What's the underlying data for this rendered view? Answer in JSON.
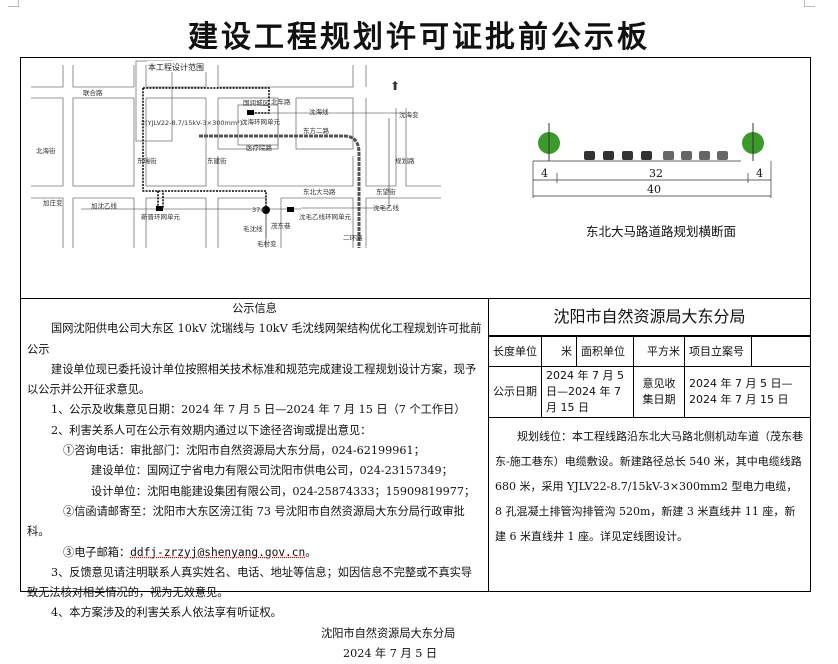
{
  "title": "建设工程规划许可证批前公示板",
  "map": {
    "labels": {
      "scope": "本工程设计范围",
      "lianhe_road": "联合路",
      "cable_spec": "2(YJLV22-8.7/15kV-3×300mm²)",
      "district": "国润城区",
      "ring_unit_shenhai": "沈海环网单元",
      "shenhai_line": "沈海线",
      "shenhai_sub": "沈海变",
      "dongfang_road": "东方二路",
      "hospital_road": "医疗院路",
      "beihai_st": "北海街",
      "dongrui_st": "东瑞街",
      "dongjian_st": "东建街",
      "side_road": "北车路",
      "planned_road": "规划路",
      "dongbei_road": "东北大马路",
      "dongwang_st": "东望街",
      "jiazhuang_sub": "加庄变",
      "jiashen_line": "加沈乙线",
      "ring_unit_xinjin": "新晋环网单元",
      "well": "37#",
      "maoshen_line": "毛沈线",
      "maocun_sub": "毛村变",
      "maodong_lane": "茂东巷",
      "ring_unit_shenmao": "沈毛乙线环网单元",
      "shenmao_line": "沈毛乙线",
      "second_ring": "二环路"
    },
    "section": {
      "widths": [
        "4",
        "32",
        "4"
      ],
      "total": "40",
      "caption": "东北大马路道路规划横断面"
    }
  },
  "notice": {
    "heading": "公示信息",
    "project": "国网沈阳供电公司大东区 10kV 沈瑞线与 10kV 毛沈线网架结构优化工程规划许可批前公示",
    "intro": "建设单位现已委托设计单位按照相关技术标准和规范完成建设工程规划设计方案，现予以公示并公开征求意见。",
    "item1": "1、公示及收集意见日期：2024 年 7 月 5 日—2024 年 7 月 15 日（7 个工作日）",
    "item2": "2、利害关系人可在公示有效期内通过以下途径咨询或提出意见：",
    "phone_approval": "①咨询电话：审批部门：沈阳市自然资源局大东分局，024-62199961；",
    "phone_builder": "建设单位：国网辽宁省电力有限公司沈阳市供电公司，024-23157349；",
    "phone_designer": "设计单位：沈阳电能建设集团有限公司，024-25874333；15909819977；",
    "mail_address": "②信函请邮寄至：沈阳市大东区滂江街 73 号沈阳市自然资源局大东分局行政审批科。",
    "email_label": "③电子邮箱：",
    "email": "ddfj-zrzyj@shenyang.gov.cn",
    "email_end": "。",
    "item3": "3、反馈意见请注明联系人真实姓名、电话、地址等信息；如因信息不完整或不真实导致无法核对相关情况的，视为无效意见。",
    "item4": "4、本方案涉及的利害关系人依法享有听证权。",
    "signature": "沈阳市自然资源局大东分局",
    "date": "2024 年 7 月 5 日"
  },
  "panel": {
    "title": "沈阳市自然资源局大东分局",
    "length_unit_label": "长度单位",
    "length_unit": "米",
    "area_unit_label": "面积单位",
    "area_unit": "平方米",
    "project_no_label": "项目立案号",
    "project_no": "",
    "publish_date_label": "公示日期",
    "publish_date": "2024 年 7 月 5 日—2024 年 7 月 15 日",
    "collect_date_label": "意见收集日期",
    "collect_date": "2024 年 7 月 5 日—2024 年 7 月 15 日",
    "description": "规划线位：本工程线路沿东北大马路北侧机动车道（茂东巷东-施工巷东）电缆敷设。新建路径总长 540 米，其中电缆线路 680 米，采用 YJLV22-8.7/15kV-3×300mm2 型电力电缆，8 孔混凝土排管沟排管沟 520m，新建 3 米直线井 11 座，新建 6 米直线井 1 座。详见定线图设计。"
  }
}
